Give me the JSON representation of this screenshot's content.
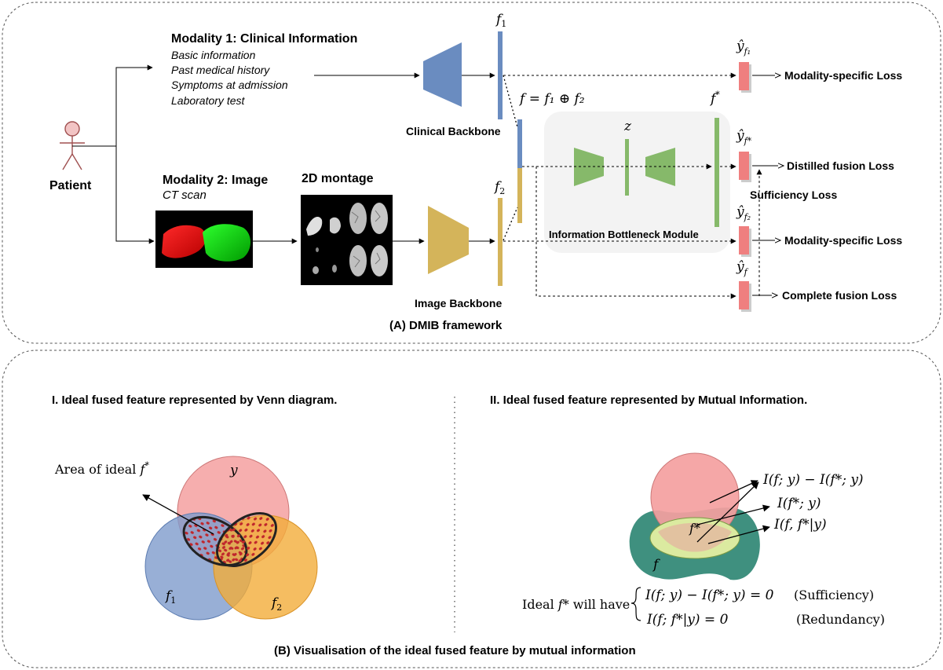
{
  "panel_a": {
    "caption": "(A) DMIB framework",
    "patient": "Patient",
    "modality1": {
      "title": "Modality 1: Clinical Information",
      "items": [
        "Basic information",
        "Past medical history",
        "Symptoms at admission",
        "Laboratory test"
      ]
    },
    "modality2": {
      "title": "Modality 2: Image",
      "subtitle": "CT scan"
    },
    "montage_label": "2D montage",
    "clinical_backbone": "Clinical Backbone",
    "image_backbone": "Image Backbone",
    "ib_module": "Information Bottleneck Module",
    "features": {
      "f1": "f",
      "f1_sub": "1",
      "f2": "f",
      "f2_sub": "2",
      "fusion_eq": "f = f₁ ⊕ f₂",
      "fstar": "f",
      "fstar_sup": "*",
      "z": "z"
    },
    "outputs": [
      {
        "pred": "ŷ",
        "sub": "f₁",
        "loss": "Modality-specific Loss"
      },
      {
        "pred": "ŷ",
        "sub": "f*",
        "loss": "Distilled fusion Loss"
      },
      {
        "pred": "ŷ",
        "sub": "f₂",
        "loss": "Modality-specific Loss"
      },
      {
        "pred": "ŷ",
        "sub": "f",
        "loss": "Complete fusion Loss"
      }
    ],
    "sufficiency_loss": "Sufficiency Loss"
  },
  "panel_b": {
    "caption": "(B) Visualisation of the ideal fused feature by mutual information",
    "left": {
      "title": "I. Ideal fused feature represented by Venn diagram.",
      "area_label": "Area of ideal ",
      "area_sym": "f",
      "area_sup": "*",
      "y": "y",
      "f1": "f",
      "f1_sub": "1",
      "f2": "f",
      "f2_sub": "2"
    },
    "right": {
      "title": "II.  Ideal fused feature represented by Mutual Information.",
      "labels": [
        "I(f; y) − I(f*; y)",
        "I(f*; y)",
        "I(f, f*|y)"
      ],
      "fstar": "f*",
      "f": "f",
      "ideal_prefix": "Ideal ",
      "ideal_sym": "f*",
      "ideal_suffix": " will have",
      "eq1": "I(f; y) − I(f*; y) = 0",
      "eq1_tag": "(Sufficiency)",
      "eq2": "I(f; f*|y) = 0",
      "eq2_tag": "(Redundancy)"
    }
  },
  "colors": {
    "clinical_blue": "#6a8cc0",
    "image_gold": "#d4b45a",
    "ib_green": "#86b96a",
    "loss_red": "#ef7f7f",
    "venn_red": "#f6a3a3",
    "venn_blue": "#8da7d1",
    "venn_orange": "#f5b84a",
    "mi_teal": "#3f907f",
    "mi_yellow": "#dbeaa0"
  }
}
